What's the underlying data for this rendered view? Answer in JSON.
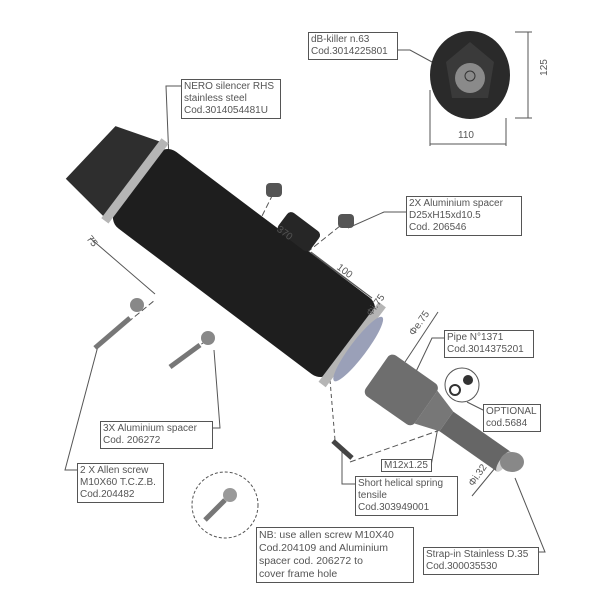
{
  "labels": {
    "db_killer": [
      "dB-killer n.63",
      "Cod.3014225801"
    ],
    "silencer": [
      "NERO silencer RHS",
      "stainless steel",
      "Cod.3014054481U"
    ],
    "spacer_2x": [
      "2X Aluminium spacer",
      "D25xH15xd10.5",
      "Cod. 206546"
    ],
    "pipe": [
      "Pipe N°1371",
      "Cod.3014375201"
    ],
    "optional": [
      "OPTIONAL",
      "cod.5684"
    ],
    "thread": [
      "M12x1.25"
    ],
    "spring": [
      "Short helical spring",
      "tensile",
      "Cod.303949001"
    ],
    "strap": [
      "Strap-in Stainless D.35",
      "Cod.300035530"
    ],
    "nb": [
      "NB: use allen screw M10X40",
      "Cod.204109 and Aluminium",
      "spacer cod. 206272 to",
      "cover frame hole"
    ],
    "spacer_3x": [
      "3X Aluminium spacer",
      "Cod. 206272"
    ],
    "allen_screw": [
      "2 X Allen screw",
      "M10X60 T.C.Z.B.",
      "Cod.204482"
    ]
  },
  "dimensions": {
    "end_height": "125",
    "end_width": "110",
    "length": "370",
    "bracket_offset": "100",
    "mount_offset": "75",
    "outlet_dia": "Φi.75",
    "pipe_dia": "Φe.75",
    "pipe_end_dia": "Φi.32"
  },
  "colors": {
    "body": "#1e1e1e",
    "pipe": "#6e6e6e",
    "line": "#555555"
  }
}
